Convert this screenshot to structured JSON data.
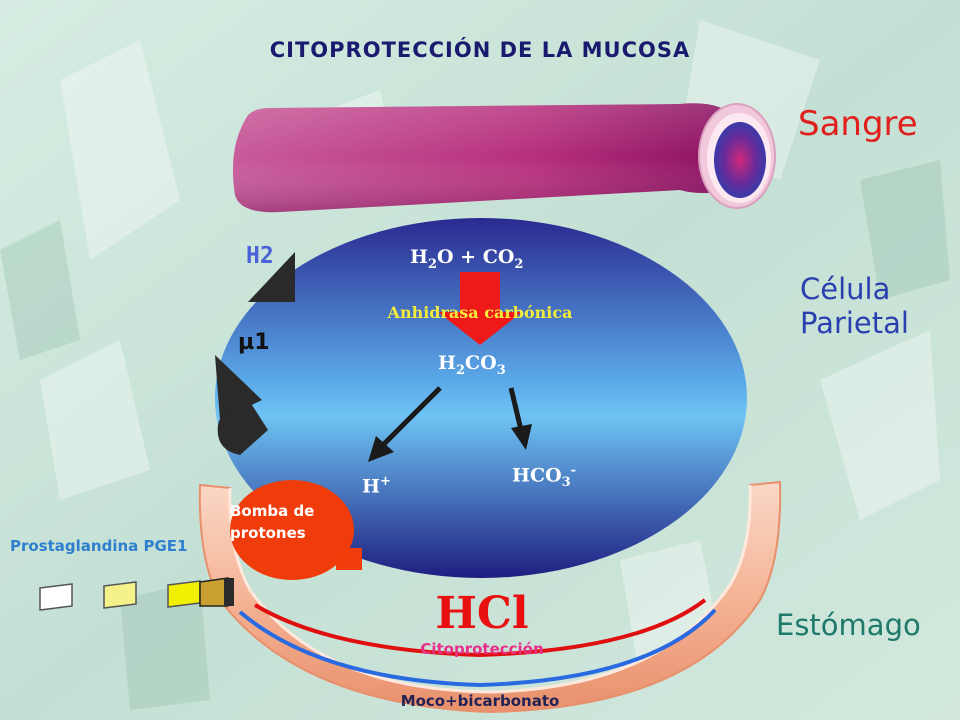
{
  "title": "CITOPROTECCIÓN  DE  LA  MUCOSA",
  "regions": {
    "blood": "Sangre",
    "cell_line1": "Célula",
    "cell_line2": "Parietal",
    "stomach": "Estómago"
  },
  "receptors": {
    "h2": "H2",
    "m1": "µ1"
  },
  "reaction": {
    "reactants_h": "H",
    "reactants_h_sub": "2",
    "reactants_o_plus_c": "O + CO",
    "reactants_o_sub": "2",
    "enzyme": "Anhidrasa carbónica",
    "acid_h": "H",
    "acid_h_sub": "2",
    "acid_co": "CO",
    "acid_co_sub": "3",
    "proton": "H",
    "proton_sup": "+",
    "bicarb": "HCO",
    "bicarb_sub": "3",
    "bicarb_sup": "-"
  },
  "pump": {
    "line1": "Bomba de",
    "line2": "protones"
  },
  "prostaglandin": "Prostaglandina PGE1",
  "lumen": {
    "hcl": "HCl",
    "cytoprotection": "Citoprotección",
    "mucus": "Moco+bicarbonato"
  },
  "colors": {
    "title": "#1a1a6e",
    "blood_label": "#e0201c",
    "cell_label": "#2a3fb0",
    "stomach_label": "#1e7a6a",
    "hcl": "#e81010",
    "enzyme": "#f4ec3a",
    "pump": "#f03c0a",
    "vessel": "#c0307a"
  }
}
